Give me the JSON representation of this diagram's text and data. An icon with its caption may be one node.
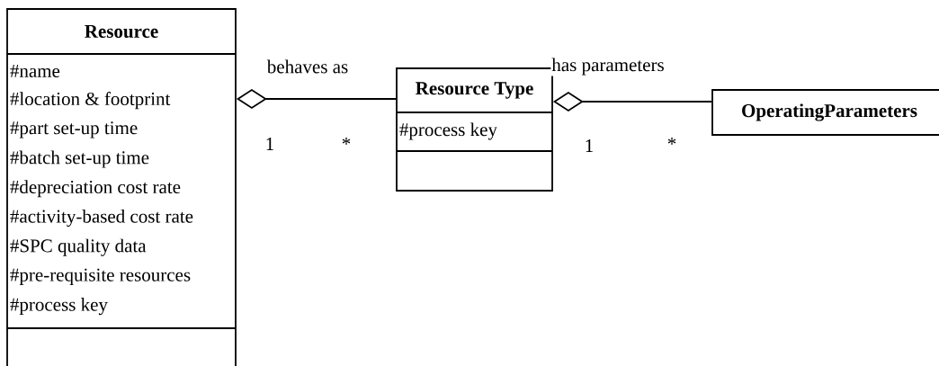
{
  "diagram": {
    "nodes": [
      {
        "text": [
          "Resource",
          "#name",
          "#location & footprint",
          "#part set-up time",
          "#batch set-up time",
          "#depreciation cost rate",
          "#activity-based cost rate",
          "#SPC quality data",
          "#pre-requisite resources",
          "#process key"
        ]
      },
      {
        "text": [
          "Resource Type",
          "#process key"
        ]
      },
      {
        "text": [
          "OperatingParameters"
        ]
      }
    ],
    "edges": [
      {
        "from": 0,
        "to": 1,
        "arrow": "other",
        "label": "behaves as"
      },
      {
        "from": 1,
        "to": 2,
        "arrow": "other",
        "label": "has parameters"
      }
    ],
    "labels": [
      "1",
      "*",
      "1",
      "*"
    ]
  }
}
